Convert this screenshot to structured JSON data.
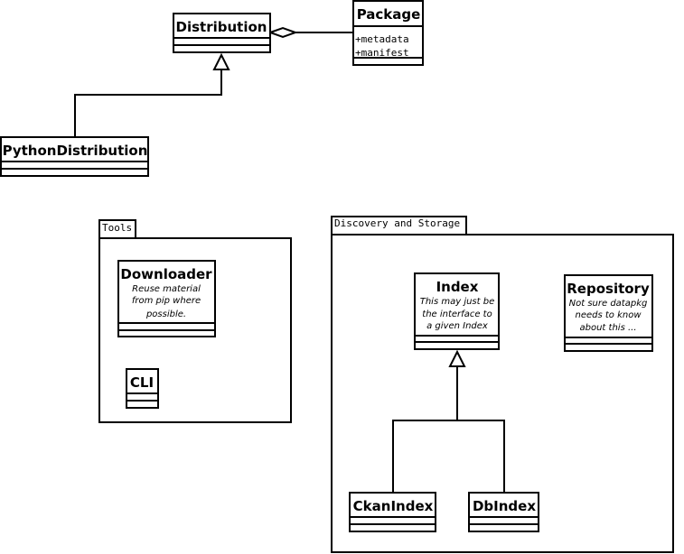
{
  "classes": {
    "distribution": {
      "name": "Distribution"
    },
    "package": {
      "name": "Package",
      "attributes": [
        "+metadata",
        "+manifest"
      ]
    },
    "python_distribution": {
      "name": "PythonDistribution"
    },
    "downloader": {
      "name": "Downloader",
      "note": [
        "Reuse material",
        "from pip where",
        "possible."
      ]
    },
    "cli": {
      "name": "CLI"
    },
    "index": {
      "name": "Index",
      "note": [
        "This may just be",
        "the interface to",
        "a given Index"
      ]
    },
    "repository": {
      "name": "Repository",
      "note": [
        "Not sure datapkg",
        "needs to know",
        "about this ..."
      ]
    },
    "ckan_index": {
      "name": "CkanIndex"
    },
    "db_index": {
      "name": "DbIndex"
    }
  },
  "packages": {
    "tools": {
      "label": "Tools"
    },
    "discovery": {
      "label": "Discovery and Storage"
    }
  }
}
